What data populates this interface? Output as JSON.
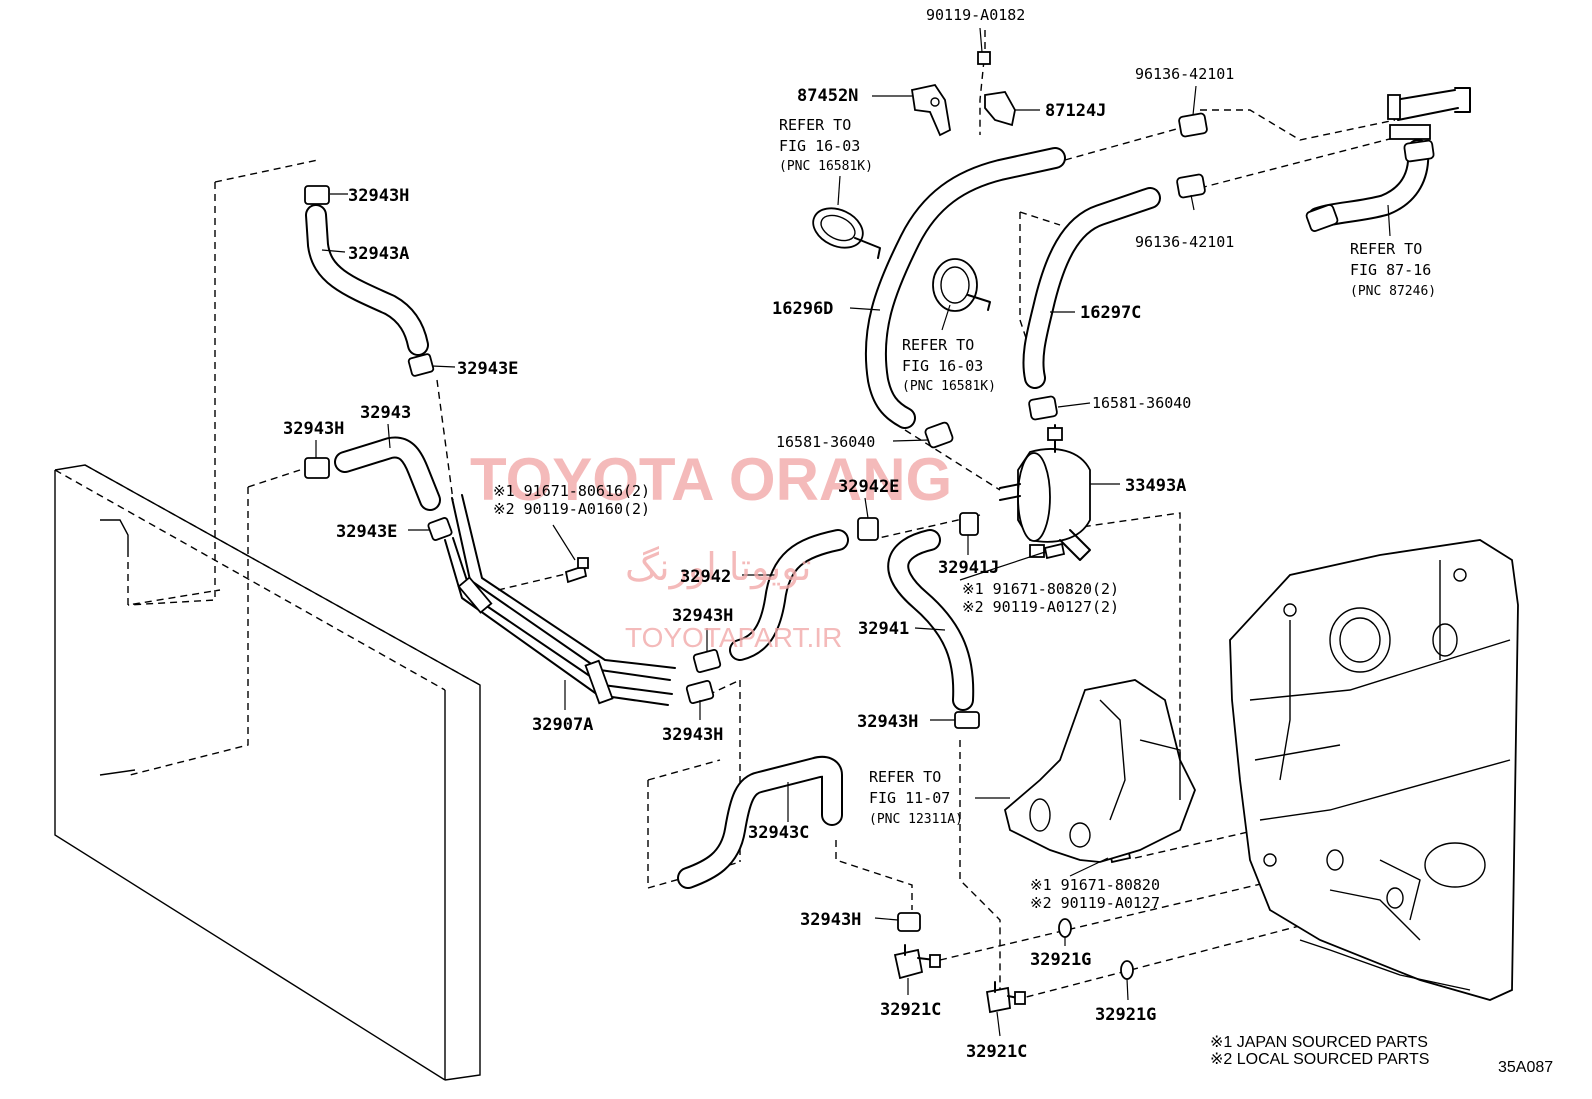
{
  "labels": {
    "p90119_a0182": "90119-A0182",
    "p87452n": "87452N",
    "p87124j": "87124J",
    "p96136_top": "96136-42101",
    "p96136_bot": "96136-42101",
    "p16296d": "16296D",
    "p16297c": "16297C",
    "p16581_right": "16581-36040",
    "p16581_left": "16581-36040",
    "p33493a": "33493A",
    "p32942e": "32942E",
    "p32941j": "32941J",
    "p32942": "32942",
    "p32941": "32941",
    "p32943h_top": "32943H",
    "p32943a": "32943A",
    "p32943e_top": "32943E",
    "p32943": "32943",
    "p32943h_left": "32943H",
    "p32943e_mid": "32943E",
    "p32943h_mid": "32943H",
    "p32943h_low": "32943H",
    "p32907a": "32907A",
    "p32943h_right": "32943H",
    "p32943c": "32943C",
    "p32943h_bottom": "32943H",
    "p32921c_a": "32921C",
    "p32921c_b": "32921C",
    "p32921g_a": "32921G",
    "p32921g_b": "32921G",
    "code": "35A087"
  },
  "refs": {
    "ref_a": [
      "REFER TO",
      "FIG 16-03",
      "(PNC 16581K)"
    ],
    "ref_b": [
      "REFER TO",
      "FIG 16-03",
      "(PNC 16581K)"
    ],
    "ref_c": [
      "REFER TO",
      "FIG 87-16",
      "(PNC 87246)"
    ],
    "ref_d": [
      "REFER TO",
      "FIG 11-07",
      "(PNC 12311A)"
    ]
  },
  "notes": {
    "bolt_a_1": "※1 91671-80616(2)",
    "bolt_a_2": "※2 90119-A0160(2)",
    "bolt_b_1": "※1 91671-80820(2)",
    "bolt_b_2": "※2 90119-A0127(2)",
    "bolt_c_1": "※1 91671-80820",
    "bolt_c_2": "※2 90119-A0127",
    "legend_1": "※1 JAPAN SOURCED PARTS",
    "legend_2": "※2 LOCAL SOURCED PARTS"
  },
  "watermark": {
    "brand": "TOYOTA ORANG",
    "persian": "تویوتا اورنگ",
    "url": "TOYOTAPART.IR"
  }
}
